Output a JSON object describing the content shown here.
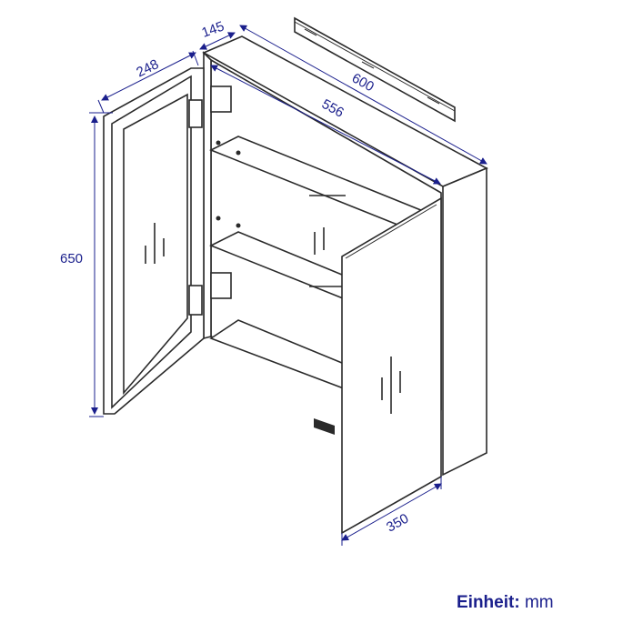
{
  "drawing": {
    "dimensions": {
      "depth_door": "248",
      "depth_body": "145",
      "width_total": "600",
      "width_inner": "556",
      "height": "650",
      "door_width": "350"
    },
    "unit": {
      "label": "Einheit:",
      "value": "mm"
    }
  }
}
